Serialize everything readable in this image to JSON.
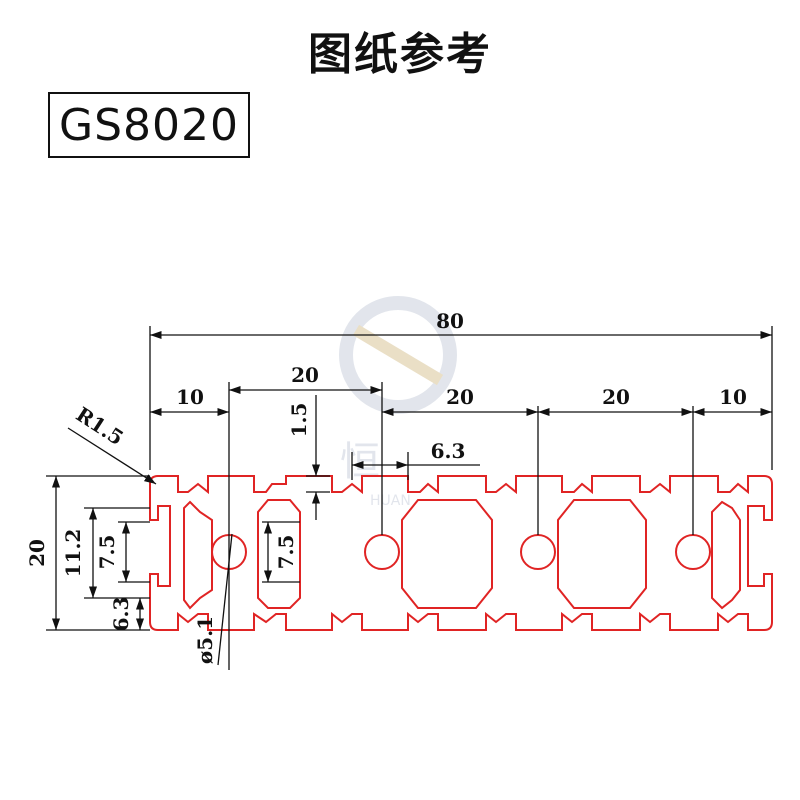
{
  "title": "图纸参考",
  "model": "GS8020",
  "watermark": {
    "brand_cn": "恒",
    "brand_en": "HUAN"
  },
  "colors": {
    "profile": "#e02424",
    "dimension": "#111111",
    "watermark": "#dfe3ea"
  },
  "dimensions": {
    "overall_width": "80",
    "edge_left": "10",
    "pitch_top": "20",
    "pitch_mid": "20",
    "pitch_right": "20",
    "edge_right": "10",
    "slot_depth": "1.5",
    "slot_opening": "6.3",
    "corner_radius": "R1.5",
    "height": "20",
    "inner_height": "11.2",
    "slot_height_left": "7.5",
    "slot_height_mid": "7.5",
    "lip": "6.3",
    "bore": "ø5.1"
  }
}
